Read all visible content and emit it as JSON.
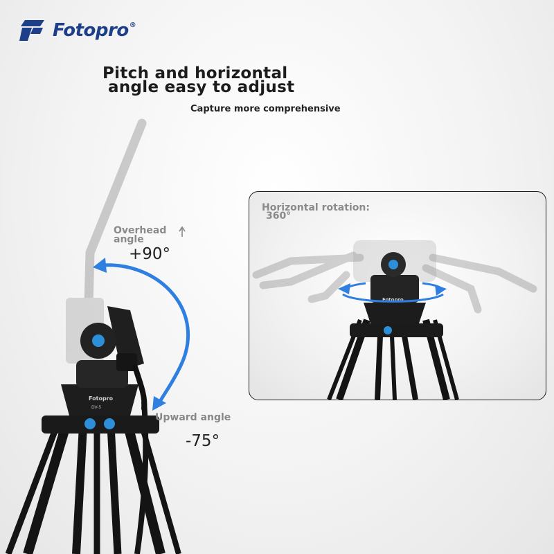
{
  "brand": {
    "name": "Fotopro",
    "mark": "®",
    "color": "#1d3f8a"
  },
  "headline": {
    "line1": "Pitch and horizontal",
    "line2": "angle easy to adjust",
    "sub": "Capture more comprehensive"
  },
  "pitch": {
    "overhead_label": "Overhead angle",
    "overhead_value": "+90°",
    "upward_label": "Upward angle",
    "upward_value": "-75°",
    "arrow_color": "#2f7fe0"
  },
  "inset": {
    "rotation_label": "Horizontal rotation:",
    "rotation_value": "360°",
    "arrow_color": "#2f7fe0"
  },
  "product": {
    "head_label": "Fotopro",
    "model_label": "DV-5"
  },
  "colors": {
    "tripod": "#151515",
    "accent_knob": "#2d8fd8"
  }
}
